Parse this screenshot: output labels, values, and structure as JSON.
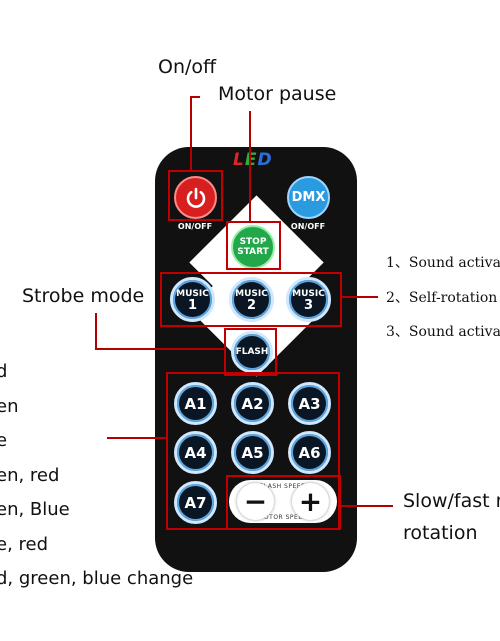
{
  "annotations": {
    "on_off": "On/off",
    "motor_pause": "Motor pause",
    "strobe_mode": "Strobe mode",
    "slow_fast_line1": "Slow/fast m",
    "slow_fast_line2": "rotation"
  },
  "music_modes": [
    "1、Sound activat",
    "2、Self-rotation",
    "3、Sound activat"
  ],
  "color_list": [
    "d",
    "en",
    "e",
    "en, red",
    "en, Blue",
    "e, red",
    "d, green, blue change"
  ],
  "remote": {
    "brand": "LED",
    "power_caption": "ON/OFF",
    "dmx_label": "DMX",
    "dmx_caption": "ON/OFF",
    "stop_line1": "STOP",
    "stop_line2": "START",
    "music_buttons": [
      {
        "label": "MUSIC",
        "num": "1"
      },
      {
        "label": "MUSIC",
        "num": "2"
      },
      {
        "label": "MUSIC",
        "num": "3"
      }
    ],
    "flash_label": "FLASH",
    "a_buttons": [
      "A1",
      "A2",
      "A3",
      "A4",
      "A5",
      "A6",
      "A7"
    ],
    "flash_speed": "FLASH SPEED",
    "motor_speed": "MOTOR SPEED",
    "minus": "−",
    "plus": "+"
  },
  "colors": {
    "annotation_line": "#c00000",
    "remote_body": "#111111",
    "power_button": "#d81f1f",
    "dmx_button": "#2a9be0",
    "stop_button": "#22a84a"
  }
}
